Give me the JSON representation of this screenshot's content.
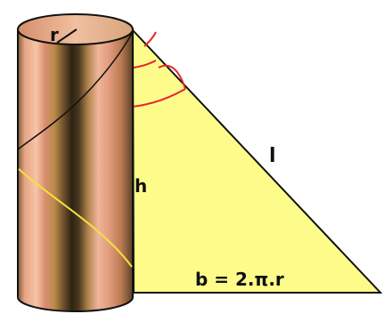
{
  "labels": {
    "radius": "r",
    "height": "h",
    "slant": "l",
    "base": "b = 2.π.r"
  },
  "colors": {
    "triangle_fill": "#fdfc8a",
    "outline": "#111111",
    "arrow": "#e8242a",
    "helix_front": "#f2e23a",
    "helix_back": "#111111",
    "cylinder_light": "#f0b59a",
    "cylinder_dark": "#2c2414"
  }
}
